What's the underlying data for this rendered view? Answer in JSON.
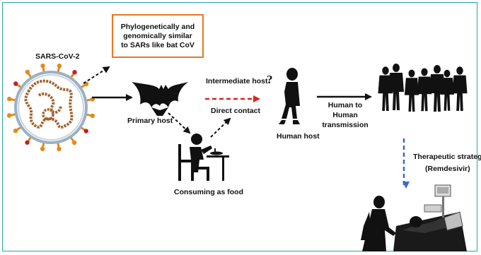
{
  "diagram": {
    "virus_label": "SARS-CoV-2",
    "callout_text": "Phylogenetically and\ngenomically similar\nto SARs like bat CoV",
    "primary_host_label": "Primary host",
    "consuming_label": "Consuming as food",
    "intermediate_label": "Intermediate host",
    "question_mark": "?",
    "direct_contact_label": "Direct contact",
    "human_host_label": "Human host",
    "transmission_label": "Human to Human\ntransmission",
    "therapeutic_label": "Therapeutic strategies",
    "remdesivir_label": "(Remdesivir)"
  },
  "colors": {
    "frame": "#2aa6a8",
    "callout_border": "#e87722",
    "direct_contact_arrow": "#e02020",
    "therapeutic_arrow": "#3a6cc4",
    "virus_rna": "#a0622d",
    "virus_spike": "#e38a1a",
    "virus_envelope": "#9ab0c4",
    "virus_red_protein": "#c0202a"
  }
}
